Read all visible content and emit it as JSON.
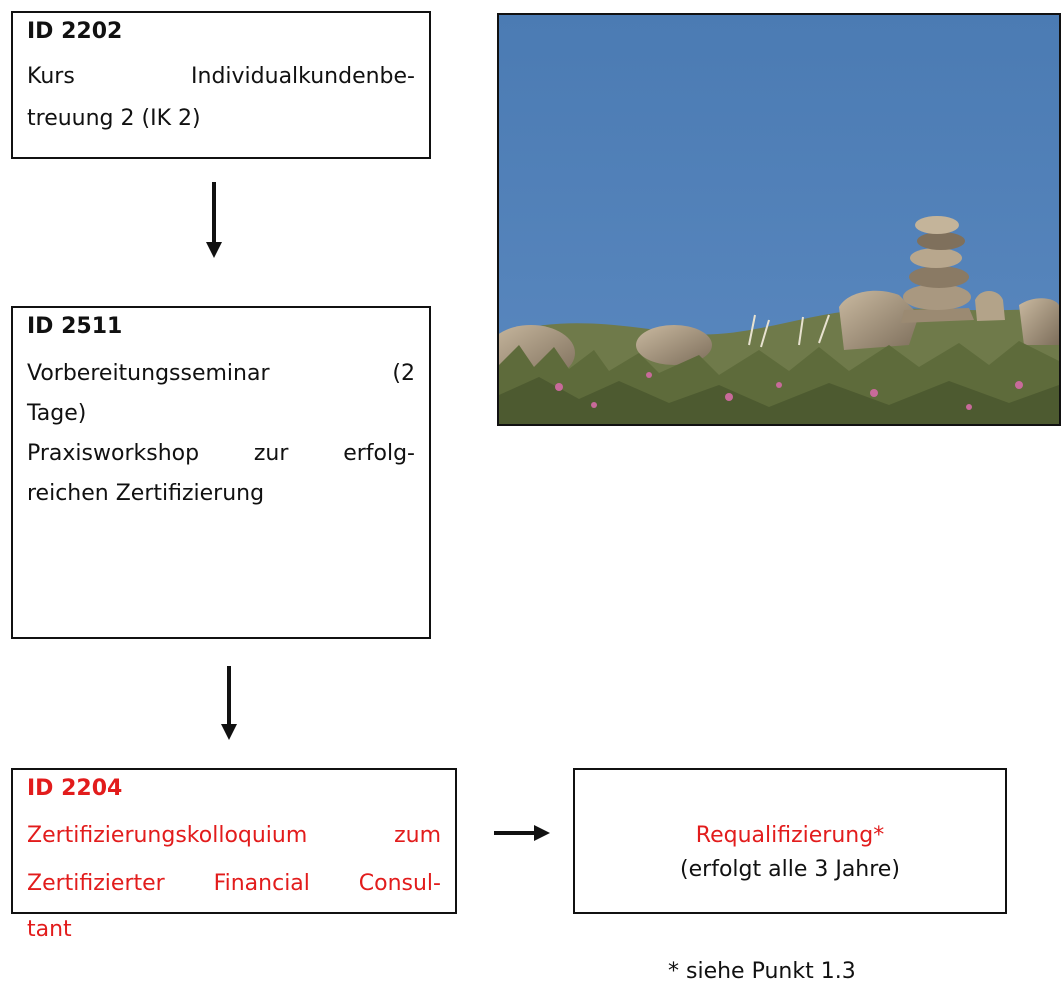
{
  "steps": [
    {
      "id": "ID 2202",
      "lines": [
        [
          "Kurs",
          "Individualkundenbe-"
        ],
        [
          "treuung 2 (IK 2)"
        ]
      ]
    },
    {
      "id": "ID 2511",
      "lines": [
        [
          "Vorbereitungsseminar",
          "(2"
        ],
        [
          "Tage)"
        ],
        [
          "Praxisworkshop",
          "zur",
          "erfolg-"
        ],
        [
          "reichen Zertifizierung"
        ]
      ]
    },
    {
      "id": "ID 2204",
      "lines": [
        [
          "Zertifizierungskolloquium",
          "zum"
        ],
        [
          "Zertifizierter",
          "Financial",
          "Consul-"
        ],
        [
          "tant"
        ]
      ]
    }
  ],
  "requalification": {
    "title": "Requalifizierung*",
    "subtitle": "(erfolgt alle 3 Jahre)"
  },
  "footnote": "* siehe Punkt 1.3",
  "colors": {
    "highlight": "#e21c1c",
    "text": "#111111",
    "sky": "#4f7fb5"
  },
  "photo": {
    "icon": "stone-cairn-photo"
  }
}
